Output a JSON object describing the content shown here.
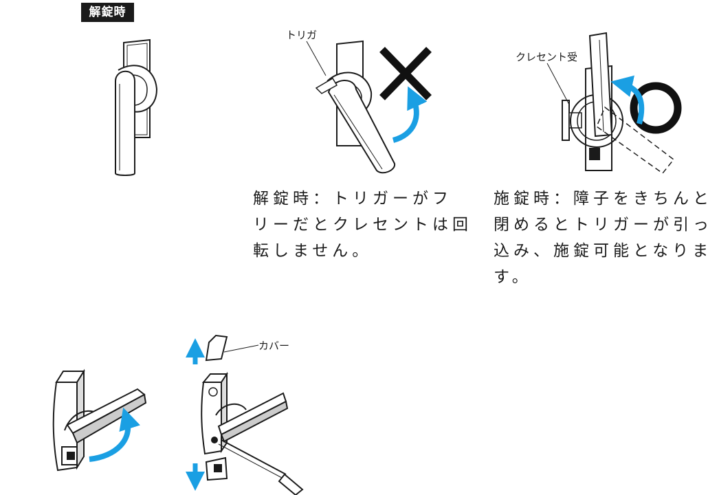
{
  "header": {
    "tag_label": "解錠時"
  },
  "callouts": {
    "trigger": "トリガ",
    "crescent_receiver": "クレセント受",
    "cover": "カバー"
  },
  "captions": {
    "unlocked": [
      "解錠時：トリガーがフ",
      "リーだとクレセントは回",
      "転しません。"
    ],
    "locked": [
      "施錠時：障子をきちんと",
      "閉めるとトリガーが引っ",
      "込み、施錠可能となりま",
      "す。"
    ]
  },
  "colors": {
    "arrow": "#1a9fe3",
    "ink": "#1a1a1a",
    "mark": "#111111"
  },
  "marks": {
    "prohibited": "x-mark",
    "allowed": "circle-mark"
  }
}
